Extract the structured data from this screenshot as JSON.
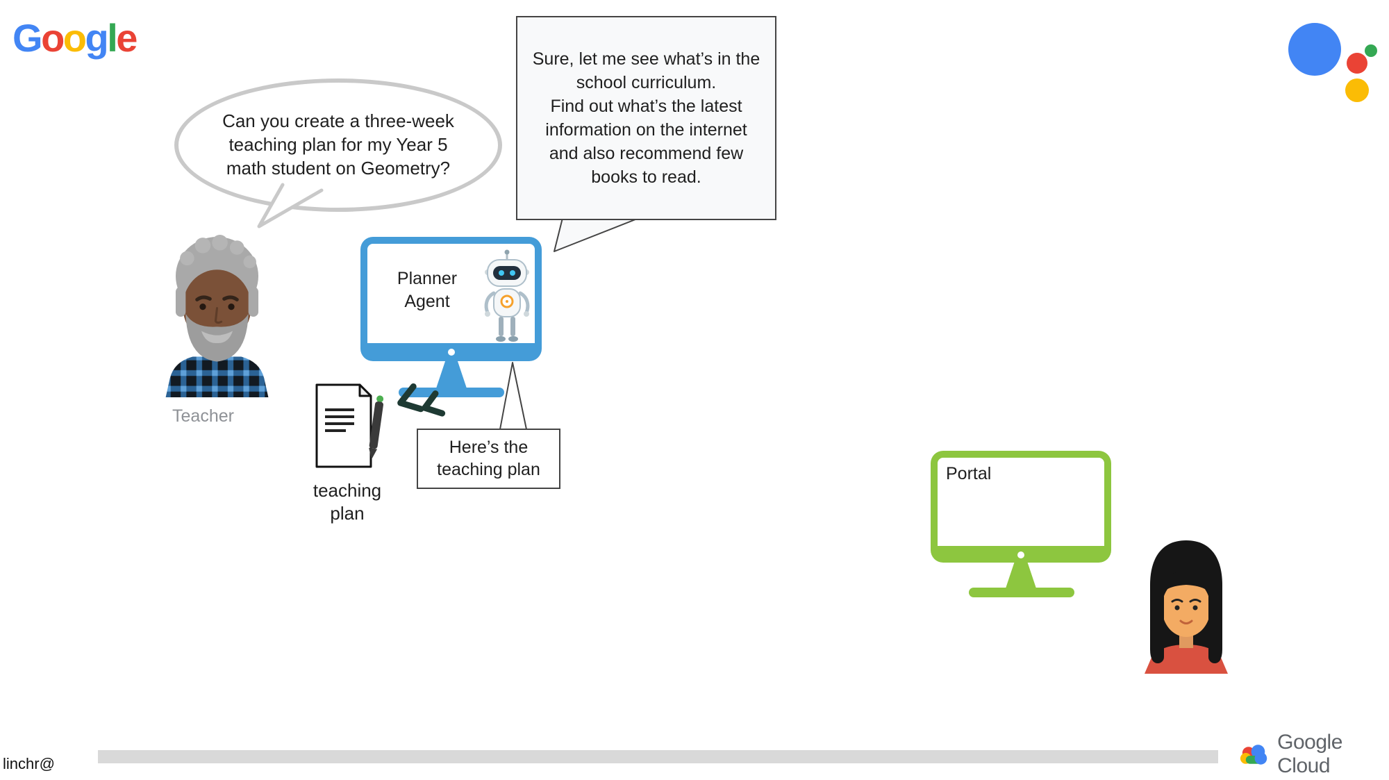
{
  "brand": {
    "logo_letters": [
      "G",
      "o",
      "o",
      "g",
      "l",
      "e"
    ]
  },
  "teacher": {
    "label": "Teacher",
    "question": "Can you create a three-week\nteaching plan for my Year 5\nmath student on Geometry?"
  },
  "planner_agent": {
    "label": "Planner\nAgent",
    "response": "Sure, let me see what’s in the\nschool curriculum.\nFind out what’s the latest\ninformation on the internet\nand also recommend few\nbooks to read.",
    "plan_note": "Here’s the\nteaching plan"
  },
  "teaching_plan": {
    "label": "teaching\nplan"
  },
  "portal": {
    "label": "Portal"
  },
  "footer": {
    "username": "linchr@",
    "cloud_brand": "Google Cloud"
  },
  "icons": {
    "assistant_dots": "google-assistant-colored-dots",
    "robot": "planner-agent-robot",
    "teaching_plan_doc": "document-with-pen",
    "click_gesture": "click-motion-marks",
    "google_cloud": "google-cloud-multicolor-cloud"
  },
  "colors": {
    "google_blue": "#4285F4",
    "google_red": "#EA4335",
    "google_yellow": "#FBBC05",
    "google_green": "#34A853",
    "planner_monitor_blue": "#449CD8",
    "portal_monitor_green": "#8DC63F",
    "speech_bubble_gray": "#C9C9C9",
    "footer_text_gray": "#5F6368"
  }
}
